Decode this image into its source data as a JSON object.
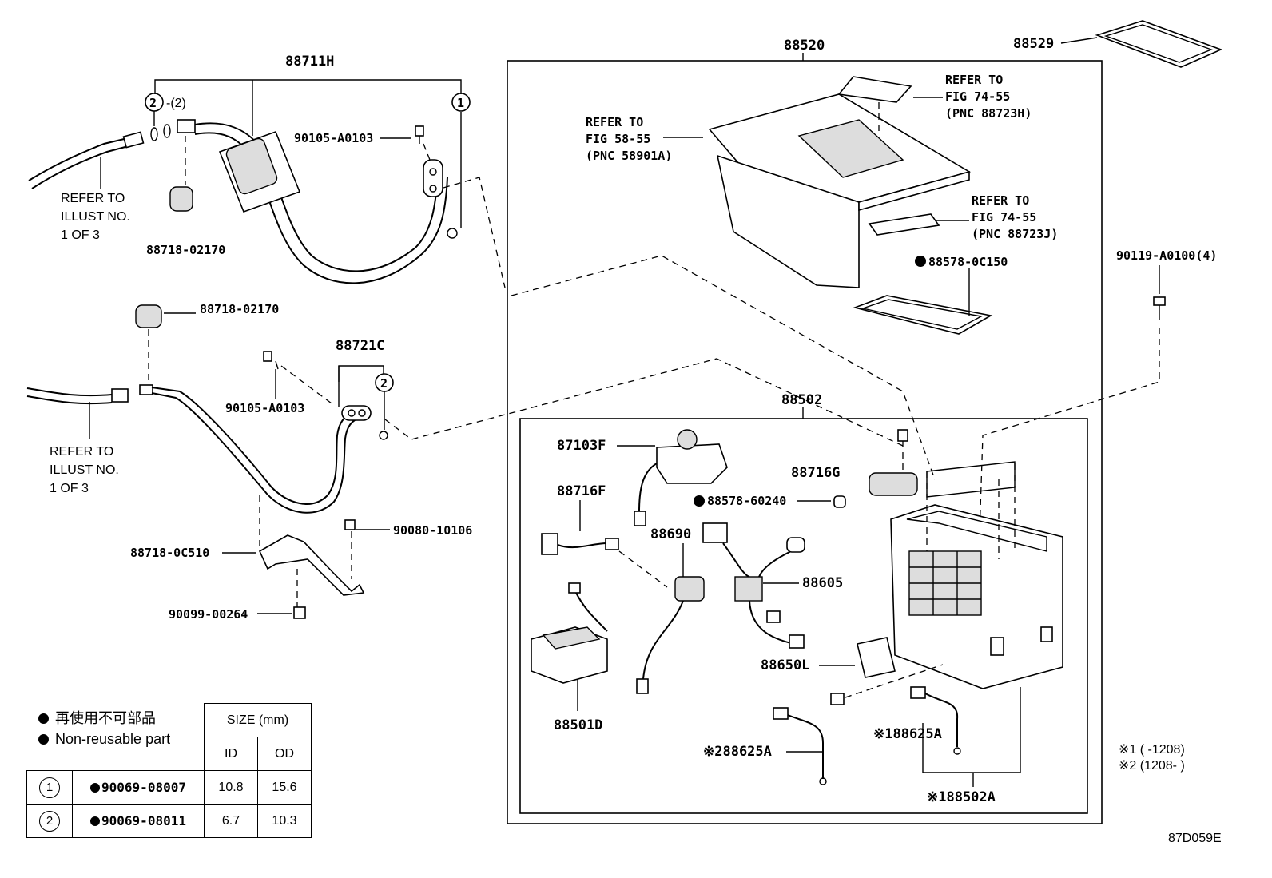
{
  "labels": {
    "p88711H": "88711H",
    "p88520": "88520",
    "p88529": "88529",
    "p90105_1": "90105-A0103",
    "p88718_02170_a": "88718-02170",
    "p88718_02170_b": "88718-02170",
    "p88721C": "88721C",
    "p90105_2": "90105-A0103",
    "p90080": "90080-10106",
    "p88718_0C510": "88718-0C510",
    "p90099": "90099-00264",
    "p88502": "88502",
    "p87103F": "87103F",
    "p88716F": "88716F",
    "p88690": "88690",
    "p88578_60240": "88578-60240",
    "p88716G": "88716G",
    "p88605": "88605",
    "p88650L": "88650L",
    "p88501D": "88501D",
    "p88625A_2": "※288625A",
    "p88625A_1": "※188625A",
    "p88502A": "※188502A",
    "p88578_0C150": "88578-0C150",
    "p90119": "90119-A0100(4)",
    "circle1": "1",
    "circle2": "2",
    "circle2_qty": "-(2)"
  },
  "refers": {
    "illust1": [
      "REFER TO",
      "ILLUST NO.",
      "1 OF 3"
    ],
    "illust2": [
      "REFER TO",
      "ILLUST NO.",
      "1 OF 3"
    ],
    "fig58": [
      "REFER TO",
      "FIG 58-55",
      "(PNC 58901A)"
    ],
    "fig74a": [
      "REFER TO",
      "FIG 74-55",
      "(PNC 88723H)"
    ],
    "fig74b": [
      "REFER TO",
      "FIG 74-55",
      "(PNC 88723J)"
    ]
  },
  "notes": {
    "n1": "※1 (      -1208)",
    "n2": "※2 (1208-      )",
    "code": "87D059E"
  },
  "legend": {
    "jp": "再使用不可部品",
    "en": "Non-reusable part"
  },
  "size_table": {
    "header": "SIZE (mm)",
    "col_id": "ID",
    "col_od": "OD",
    "rows": [
      {
        "num": "1",
        "part": "90069-08007",
        "id": "10.8",
        "od": "15.6"
      },
      {
        "num": "2",
        "part": "90069-08011",
        "id": "6.7",
        "od": "10.3"
      }
    ]
  }
}
